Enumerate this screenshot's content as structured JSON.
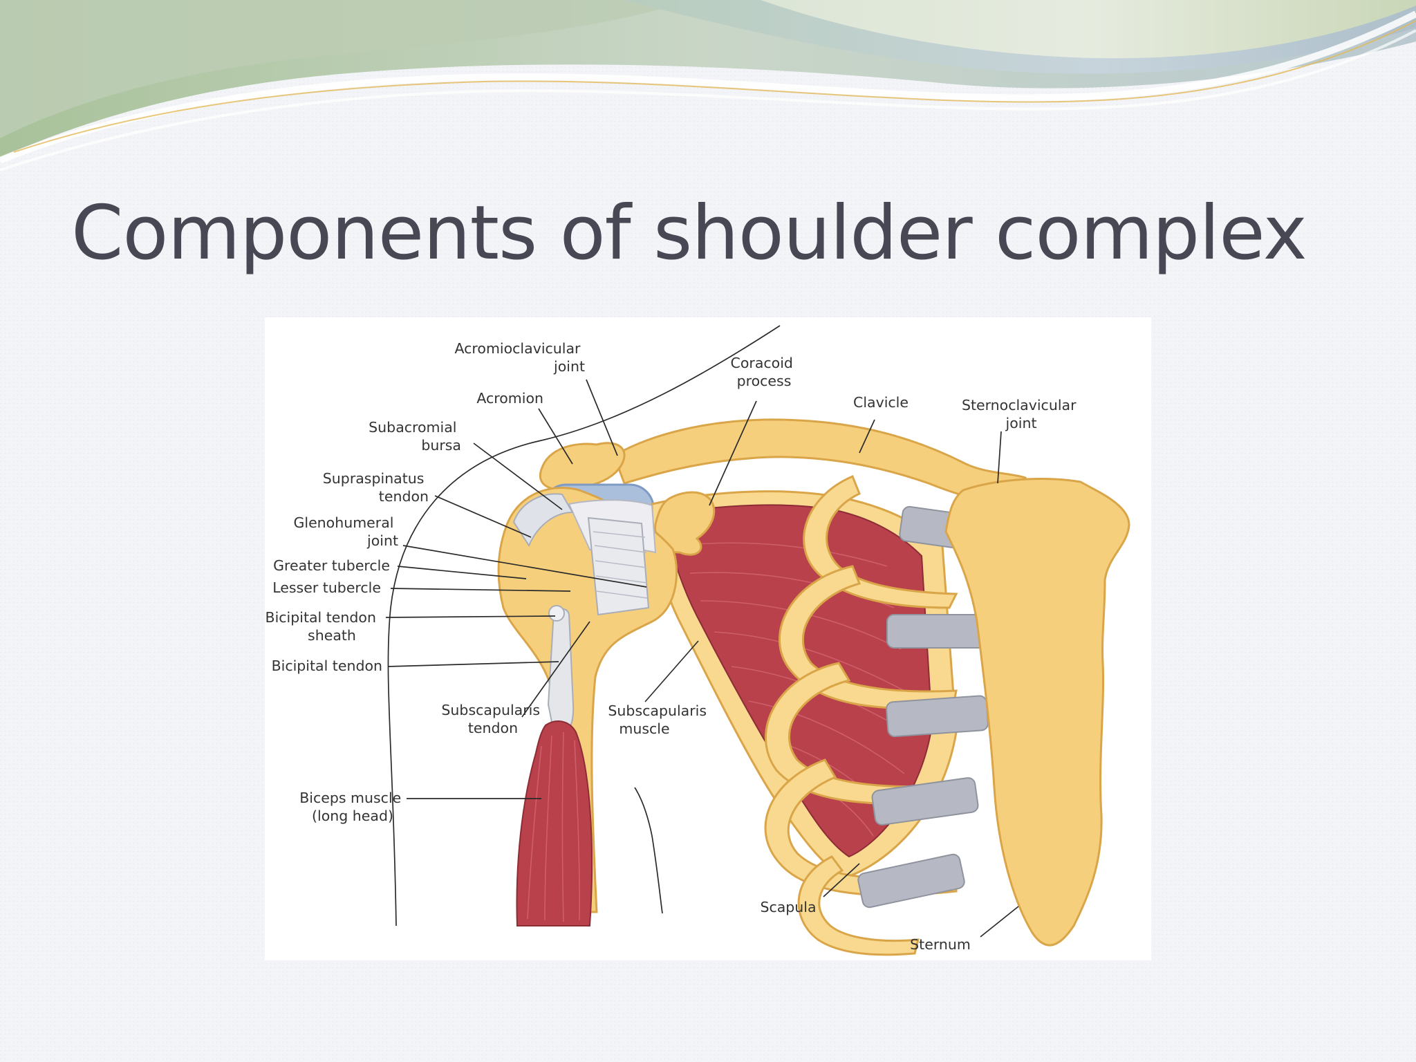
{
  "slide": {
    "title": "Components of shoulder complex"
  },
  "diagram": {
    "labels": {
      "acromioclavicular_joint": [
        "Acromioclavicular",
        "joint"
      ],
      "acromion": [
        "Acromion"
      ],
      "subacromial_bursa": [
        "Subacromial",
        "bursa"
      ],
      "supraspinatus_tendon": [
        "Supraspinatus",
        "tendon"
      ],
      "glenohumeral_joint": [
        "Glenohumeral",
        "joint"
      ],
      "greater_tubercle": [
        "Greater tubercle"
      ],
      "lesser_tubercle": [
        "Lesser tubercle"
      ],
      "bicipital_tendon_sheath": [
        "Bicipital tendon",
        "sheath"
      ],
      "bicipital_tendon": [
        "Bicipital tendon"
      ],
      "subscapularis_tendon": [
        "Subscapularis",
        "tendon"
      ],
      "subscapularis_muscle": [
        "Subscapularis",
        "muscle"
      ],
      "biceps_muscle": [
        "Biceps muscle",
        "(long head)"
      ],
      "coracoid_process": [
        "Coracoid",
        "process"
      ],
      "clavicle": [
        "Clavicle"
      ],
      "sternoclavicular_joint": [
        "Sternoclavicular",
        "joint"
      ],
      "scapula": [
        "Scapula"
      ],
      "sternum": [
        "Sternum"
      ]
    },
    "colors": {
      "bone": "#f5cf7c",
      "bone_outline": "#d9a548",
      "muscle": "#b8414c",
      "cartilage": "#b6b9c3",
      "bursa": "#a9bfdc",
      "tendon": "#d9dde3",
      "label_text": "#333333",
      "title_text": "#474853"
    }
  }
}
